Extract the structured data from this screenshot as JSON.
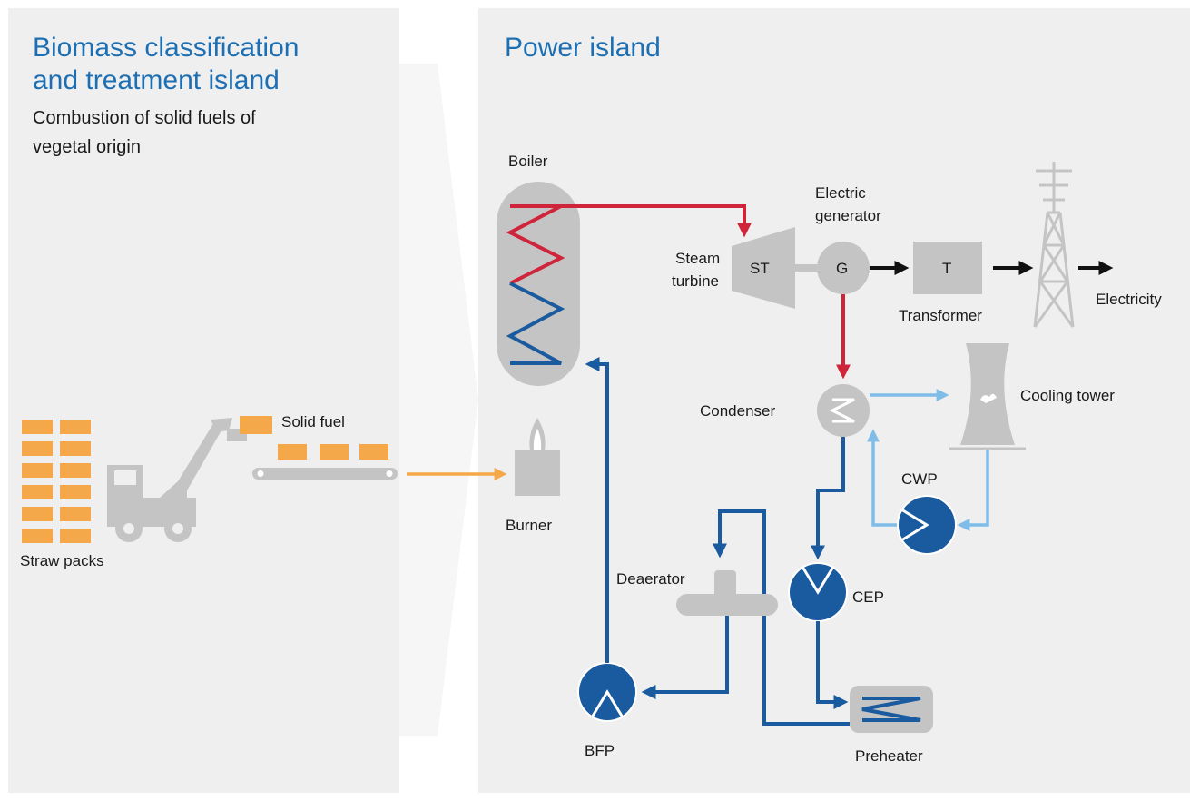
{
  "sections": {
    "biomass": {
      "title_line1": "Biomass classification",
      "title_line2": "and treatment island",
      "subtitle_line1": "Combustion of solid fuels of",
      "subtitle_line2": "vegetal origin"
    },
    "power": {
      "title": "Power island"
    }
  },
  "labels": {
    "straw_packs": "Straw packs",
    "solid_fuel": "Solid fuel",
    "burner": "Burner",
    "boiler": "Boiler",
    "steam_line1": "Steam",
    "steam_line2": "turbine",
    "st": "ST",
    "electric_line1": "Electric",
    "electric_line2": "generator",
    "g": "G",
    "t": "T",
    "transformer": "Transformer",
    "electricity": "Electricity",
    "condenser": "Condenser",
    "cooling_tower": "Cooling tower",
    "cwp": "CWP",
    "cep": "CEP",
    "deaerator": "Deaerator",
    "bfp": "BFP",
    "preheater": "Preheater"
  },
  "colors": {
    "panel": "#efefef",
    "title": "#1d6fb3",
    "steam_line": "#d0243b",
    "water_line": "#1a5a9e",
    "cooling_line": "#7fbde8",
    "fuel_line": "#f5a849",
    "equipment": "#c4c4c4"
  }
}
